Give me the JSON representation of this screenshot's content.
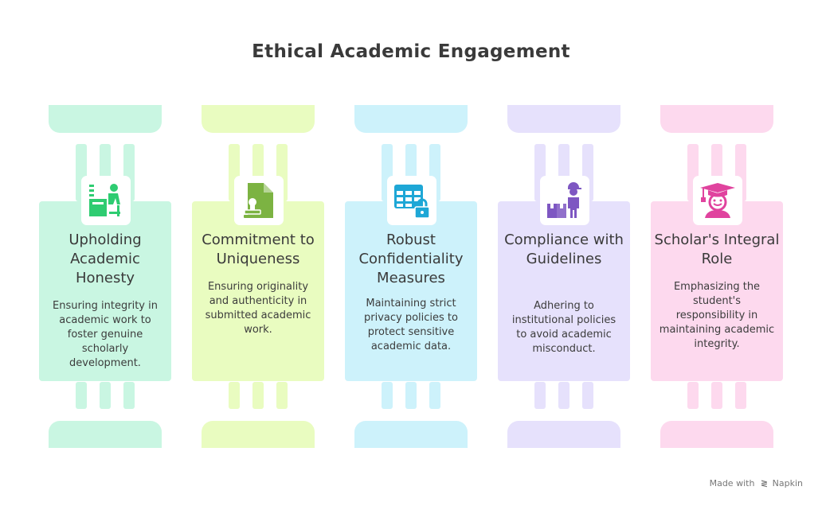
{
  "title": "Ethical Academic Engagement",
  "pillars": [
    {
      "heading": "Upholding Academic Honesty",
      "description": "Ensuring integrity in academic work to foster genuine scholarly development.",
      "icon": "student-at-desk-icon",
      "color_light": "#c9f6e2",
      "color_icon": "#2ecc71"
    },
    {
      "heading": "Commitment to Uniqueness",
      "description": "Ensuring originality and authenticity in submitted academic work.",
      "icon": "document-stamp-icon",
      "color_light": "#e9fcc0",
      "color_icon": "#7cb342"
    },
    {
      "heading": "Robust Confidentiality Measures",
      "description": "Maintaining strict privacy policies to protect sensitive academic data.",
      "icon": "locked-table-icon",
      "color_light": "#cdf2fb",
      "color_icon": "#1ea7d6"
    },
    {
      "heading": "Compliance with Guidelines",
      "description": "Adhering to institutional policies to avoid academic misconduct.",
      "icon": "worker-boxes-icon",
      "color_light": "#e6e1fc",
      "color_icon": "#7e57c2"
    },
    {
      "heading": "Scholar's Integral Role",
      "description": "Emphasizing the student's responsibility in maintaining academic integrity.",
      "icon": "graduate-icon",
      "color_light": "#fdd9ee",
      "color_icon": "#e0439e"
    }
  ],
  "footer": {
    "made_with": "Made with",
    "brand": "Napkin"
  }
}
